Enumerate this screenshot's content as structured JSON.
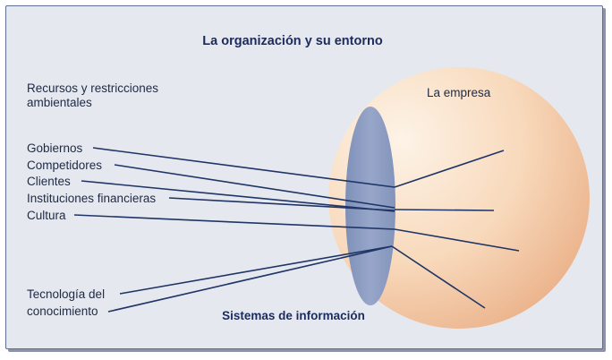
{
  "diagram": {
    "title": "La organización y su entorno",
    "environment_heading": [
      "Recursos y restricciones",
      "ambientales"
    ],
    "company_label": "La empresa",
    "systems_label": "Sistemas de información",
    "factors": [
      "Gobiernos",
      "Competidores",
      "Clientes",
      "Instituciones financieras",
      "Cultura"
    ],
    "knowledge_label": [
      "Tecnología del",
      "conocimiento"
    ],
    "colors": {
      "background": "#e6e8ef",
      "border": "#5f6f8f",
      "sphere_center": "#fdf1e4",
      "sphere_edge": "#edb98d",
      "lens": "#8a9bc2",
      "lines": "#1f3566"
    }
  }
}
